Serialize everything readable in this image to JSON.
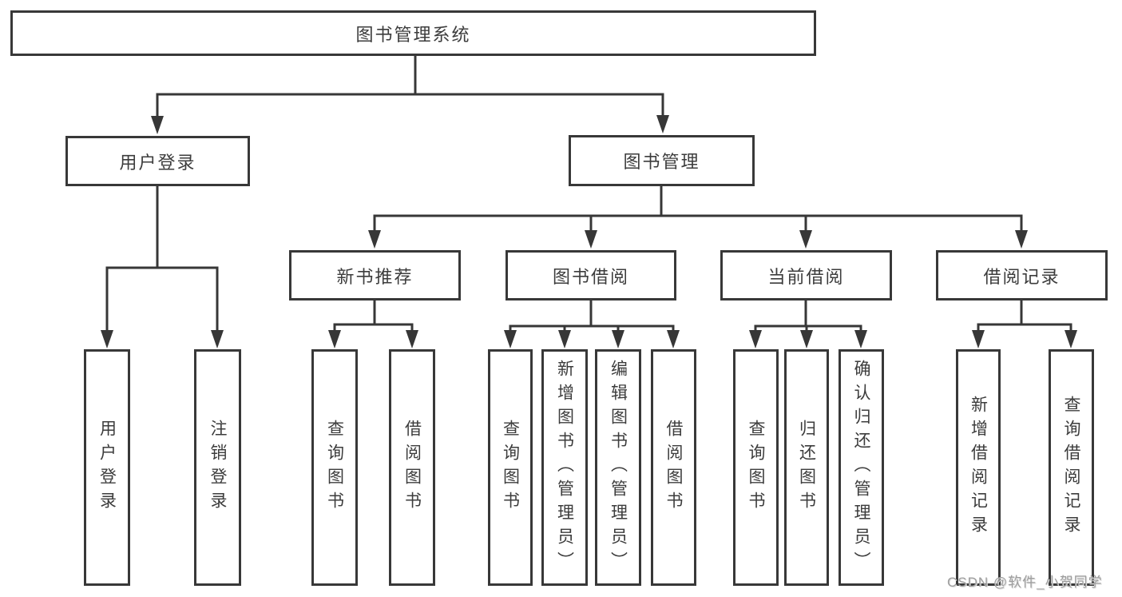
{
  "diagram": {
    "root": "图书管理系统",
    "level2": [
      "用户登录",
      "图书管理"
    ],
    "level3": [
      "新书推荐",
      "图书借阅",
      "当前借阅",
      "借阅记录"
    ],
    "leaves": {
      "user_login": [
        "用户登录",
        "注销登录"
      ],
      "new_book_recommend": [
        "查询图书",
        "借阅图书"
      ],
      "book_borrow": [
        "查询图书",
        "新增图书（管理员）",
        "编辑图书（管理员）",
        "借阅图书"
      ],
      "current_borrow": [
        "查询图书",
        "归还图书",
        "确认归还（管理员）"
      ],
      "borrow_record": [
        "新增借阅记录",
        "查询借阅记录"
      ]
    }
  },
  "watermark": "CSDN @软件_小贺同学",
  "colors": {
    "background": "#ffffff",
    "line": "#373737",
    "box_border": "#383838",
    "text": "#3c3c3c",
    "watermark": "#9e9e9e"
  }
}
